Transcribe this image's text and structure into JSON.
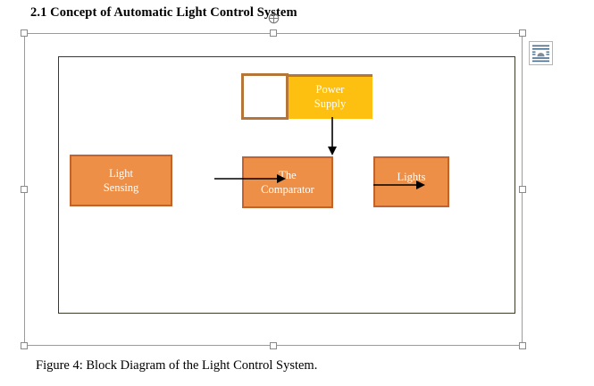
{
  "document": {
    "heading": "2.1 Concept of Automatic Light Control System",
    "caption": "Figure 4: Block Diagram of the Light Control System."
  },
  "selection": {
    "rotate_handle_icon": "rotate-handle-icon",
    "handles": [
      {
        "name": "handle-top-left"
      },
      {
        "name": "handle-top-middle"
      },
      {
        "name": "handle-top-right"
      },
      {
        "name": "handle-middle-left"
      },
      {
        "name": "handle-middle-right"
      },
      {
        "name": "handle-bottom-left"
      },
      {
        "name": "handle-bottom-middle"
      },
      {
        "name": "handle-bottom-right"
      }
    ]
  },
  "layout_options": {
    "icon": "layout-options-icon",
    "tooltip": "Layout Options"
  },
  "diagram": {
    "blocks": [
      {
        "id": "power-supply",
        "label_line1": "Power",
        "label_line2": "Supply",
        "fill": "#fdbf10",
        "border": "#b5763a",
        "text_color": "#ffffff"
      },
      {
        "id": "light-sensing",
        "label_line1": "Light",
        "label_line2": "Sensing",
        "fill": "#ee8f47",
        "border": "#c2622c",
        "text_color": "#ffffff"
      },
      {
        "id": "comparator",
        "label_line1": "The",
        "label_line2": "Comparator",
        "fill": "#ee8f47",
        "border": "#c2622c",
        "text_color": "#ffffff"
      },
      {
        "id": "lights",
        "label_line1": "Lights",
        "label_line2": "",
        "fill": "#ee8f47",
        "border": "#c2622c",
        "text_color": "#ffffff"
      }
    ],
    "connectors": [
      {
        "id": "light-sensing-to-comparator",
        "direction": "right",
        "color": "#000000"
      },
      {
        "id": "comparator-to-lights",
        "direction": "right",
        "color": "#000000"
      },
      {
        "id": "power-supply-to-comparator",
        "direction": "down",
        "color": "#000000"
      }
    ],
    "canvas_border_color": "#3a3a2a",
    "background": "#ffffff"
  }
}
